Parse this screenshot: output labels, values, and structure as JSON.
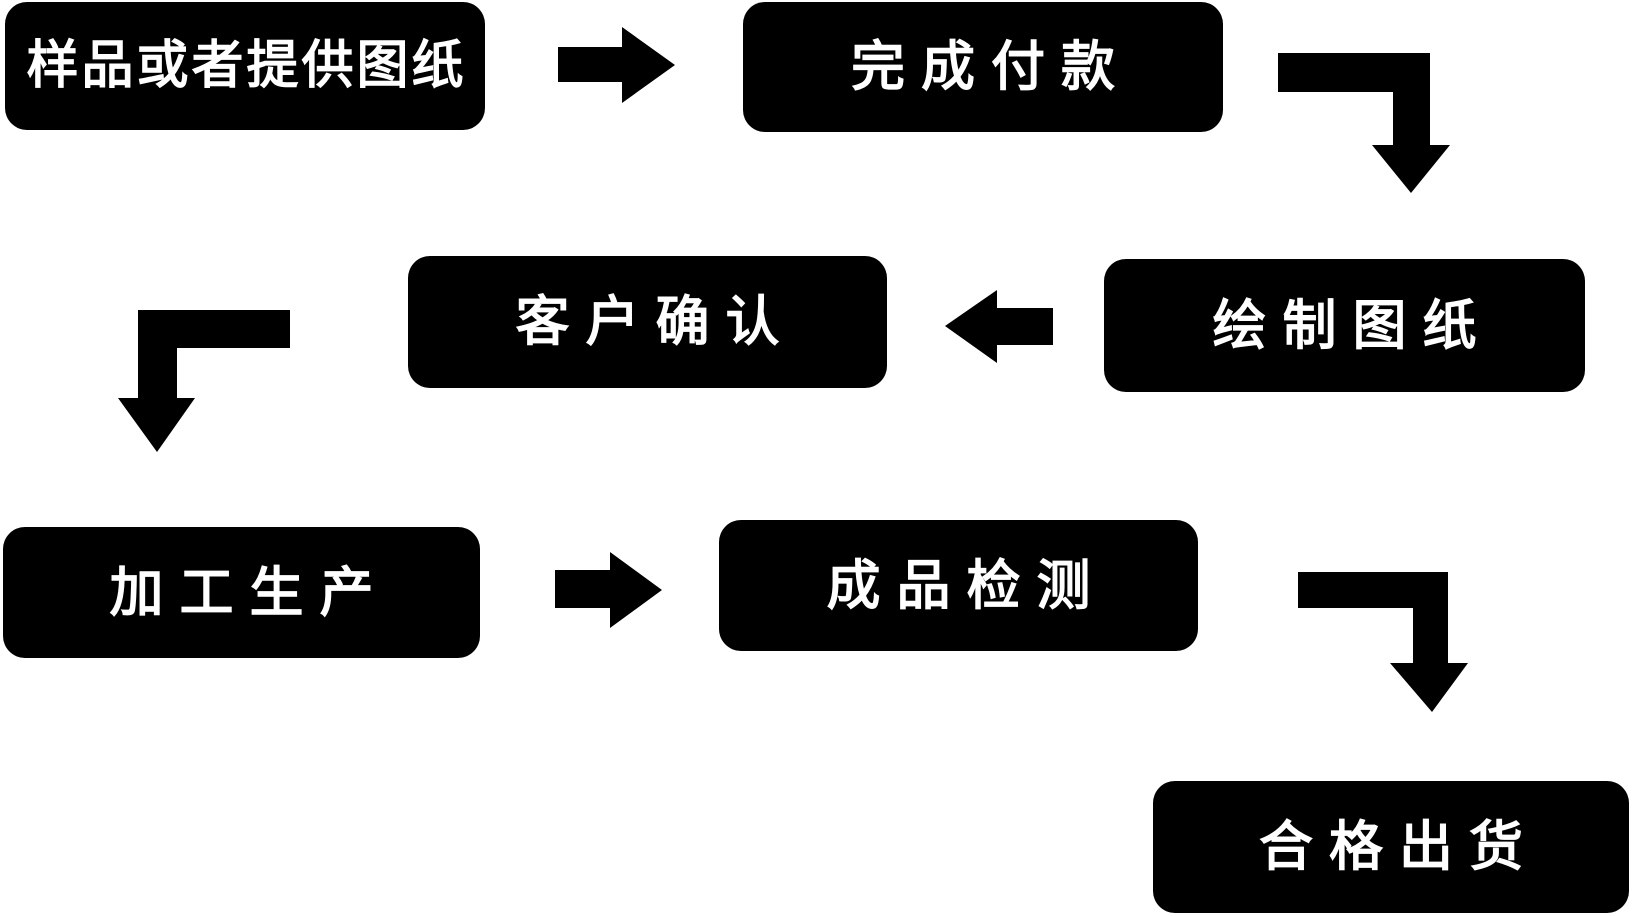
{
  "canvas": {
    "background_color": "#ffffff"
  },
  "diagram": {
    "type": "flowchart",
    "node_fill_color": "#000000",
    "node_text_color": "#ffffff",
    "arrow_color": "#000000",
    "nodes": [
      {
        "label": "样品或者提供图纸"
      },
      {
        "label": "完成付款"
      },
      {
        "label": "绘制图纸"
      },
      {
        "label": "客户确认"
      },
      {
        "label": "加工生产"
      },
      {
        "label": "成品检测"
      },
      {
        "label": "合格出货"
      }
    ],
    "edges": [
      {
        "from": "样品或者提供图纸",
        "to": "完成付款",
        "shape": "straight-right"
      },
      {
        "from": "完成付款",
        "to": "绘制图纸",
        "shape": "bent-right-then-down"
      },
      {
        "from": "绘制图纸",
        "to": "客户确认",
        "shape": "straight-left"
      },
      {
        "from": "客户确认",
        "to": "加工生产",
        "shape": "bent-left-then-down"
      },
      {
        "from": "加工生产",
        "to": "成品检测",
        "shape": "straight-right"
      },
      {
        "from": "成品检测",
        "to": "合格出货",
        "shape": "bent-right-then-down"
      }
    ]
  }
}
